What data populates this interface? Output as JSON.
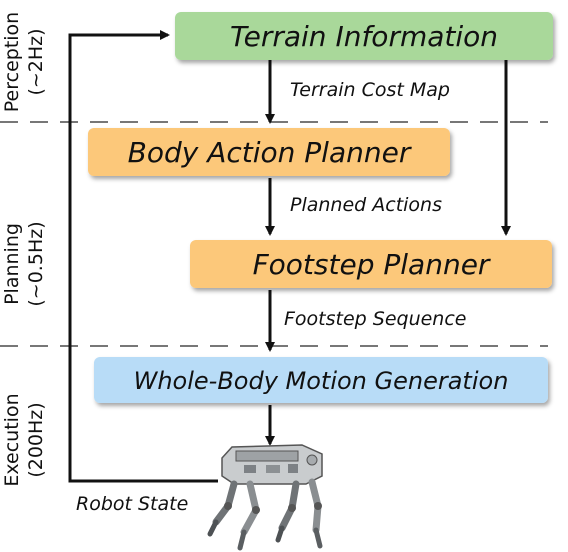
{
  "colors": {
    "green_box": "#a9d89a",
    "orange_box": "#fcc87a",
    "blue_box": "#b8dcf7",
    "line": "#111111",
    "dash": "#777777"
  },
  "sections": {
    "perception": {
      "name": "Perception",
      "rate": "(~2Hz)"
    },
    "planning": {
      "name": "Planning",
      "rate": "(~0.5Hz)"
    },
    "execution": {
      "name": "Execution",
      "rate": "(200Hz)"
    }
  },
  "nodes": {
    "terrain": "Terrain Information",
    "body_action": "Body Action Planner",
    "footstep": "Footstep Planner",
    "motion": "Whole-Body Motion Generation"
  },
  "edges": {
    "terrain_cost_map": "Terrain Cost Map",
    "planned_actions": "Planned Actions",
    "footstep_sequence": "Footstep Sequence",
    "robot_state": "Robot State"
  },
  "icons": {
    "robot": "quadruped-robot-icon"
  }
}
